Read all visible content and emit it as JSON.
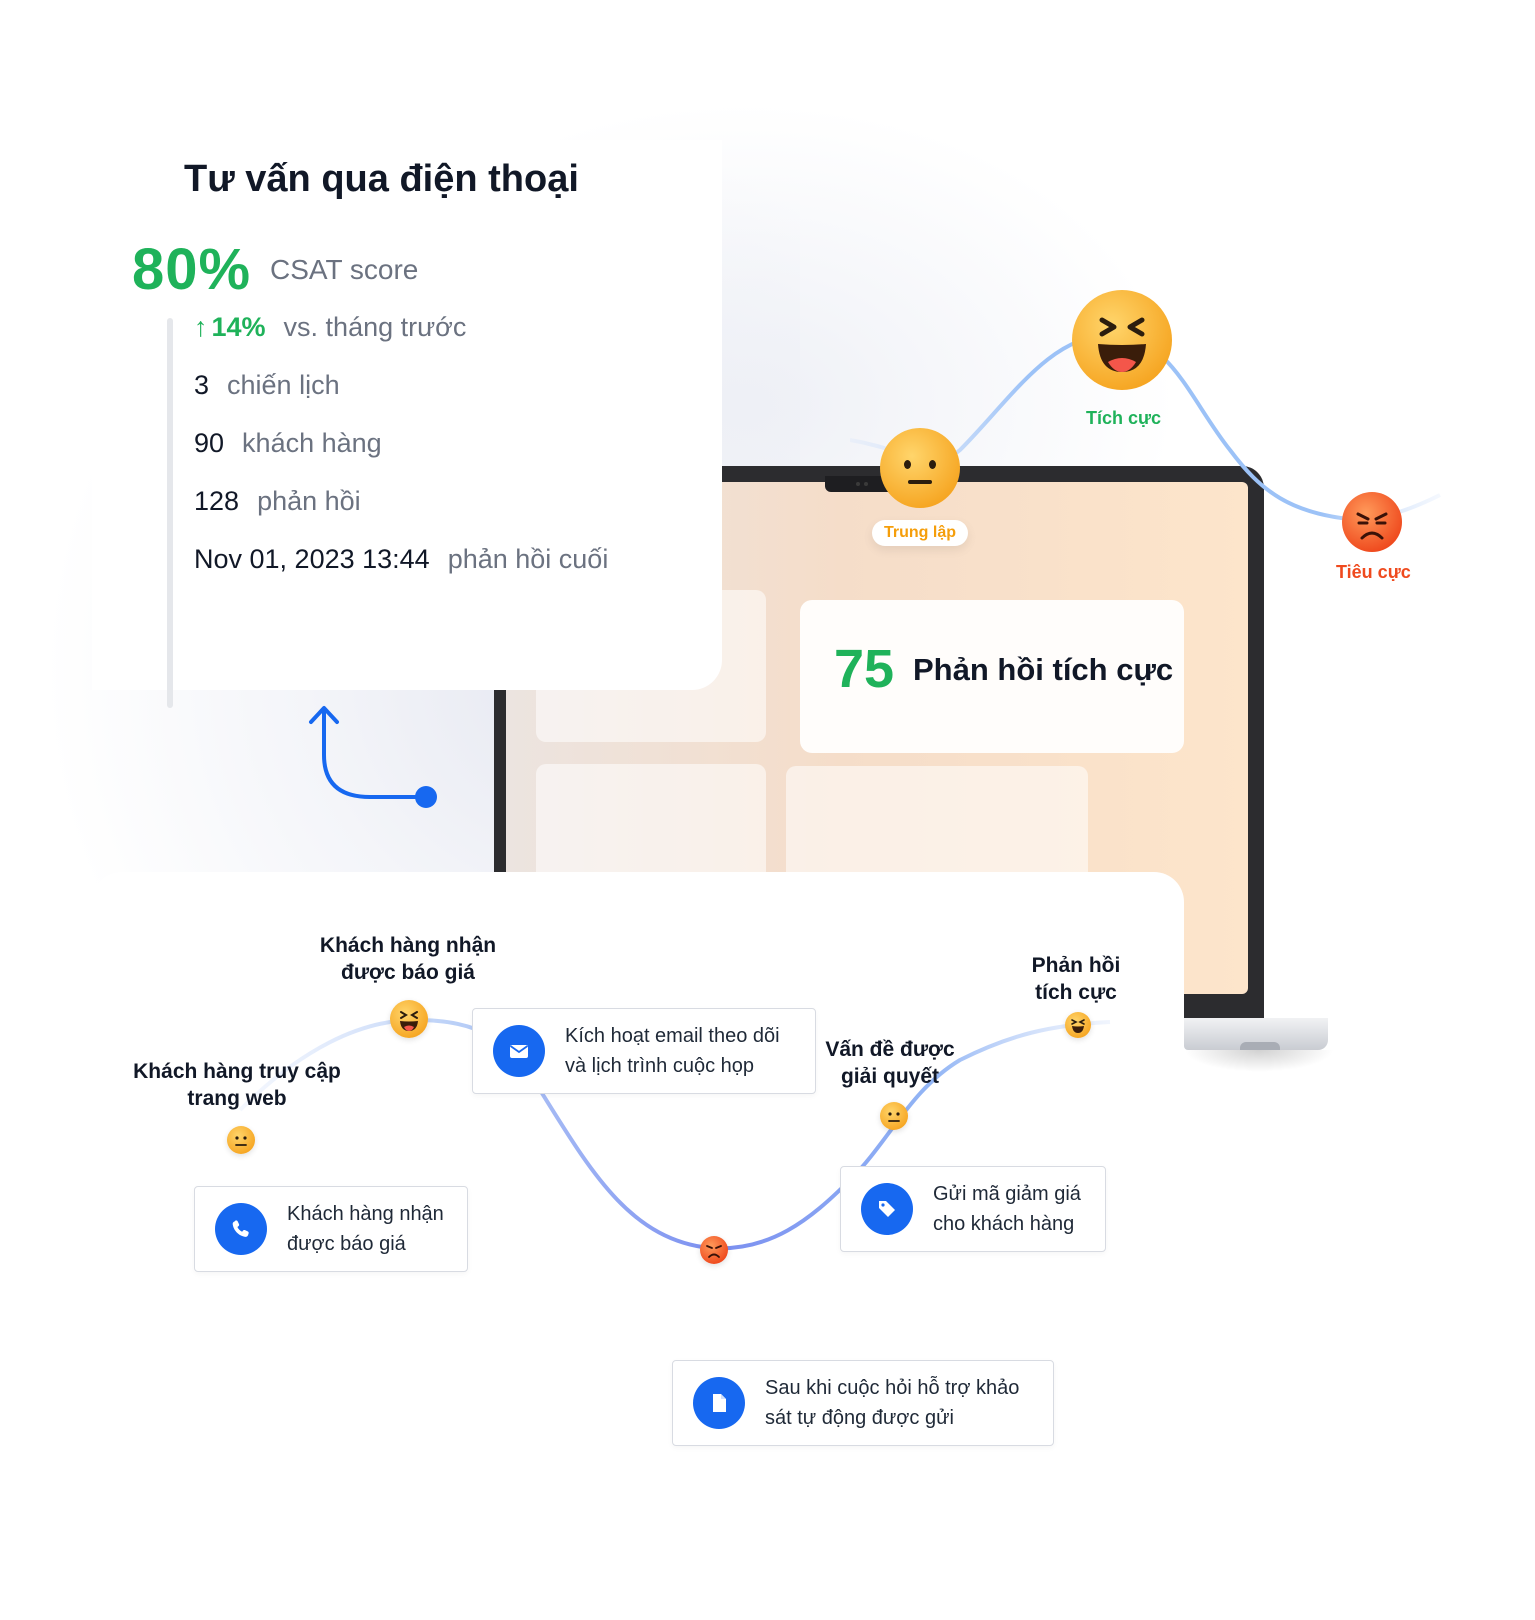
{
  "csat": {
    "title": "Tư vấn qua điện thoại",
    "score": "80%",
    "score_label": "CSAT score",
    "change_value": "14%",
    "change_label": "vs. tháng trước",
    "stats": [
      {
        "value": "3",
        "label": "chiến lịch"
      },
      {
        "value": "90",
        "label": "khách hàng"
      },
      {
        "value": "128",
        "label": "phản hồi"
      },
      {
        "value": "Nov 01, 2023 13:44",
        "label": "phản hồi cuối"
      }
    ]
  },
  "positive_card": {
    "value": "75",
    "label": "Phản hồi tích cực"
  },
  "sentiment": {
    "neutral": "Trung lập",
    "positive": "Tích cực",
    "negative": "Tiêu cực",
    "colors": {
      "neutral": "#f59e0b",
      "positive": "#1fb25a",
      "negative": "#ef4a1e"
    }
  },
  "journey": {
    "labels": {
      "visit": "Khách hàng truy cập\ntrang web",
      "quote": "Khách hàng nhận\nđược báo giá",
      "resolved": "Vấn đề được\ngiải quyết",
      "positive": "Phản hồi\ntích cực"
    },
    "steps": {
      "call": {
        "icon": "phone-icon",
        "text": "Khách hàng nhận\nđược báo giá"
      },
      "email": {
        "icon": "mail-icon",
        "text": "Kích hoạt email theo dõi\nvà lịch trình cuộc họp"
      },
      "coupon": {
        "icon": "tag-icon",
        "text": "Gửi mã giảm giá\ncho khách hàng"
      },
      "survey": {
        "icon": "document-icon",
        "text": "Sau khi cuộc hỏi hỗ trợ khảo\nsát tự động được gửi"
      }
    },
    "accent": "#1768f0"
  }
}
